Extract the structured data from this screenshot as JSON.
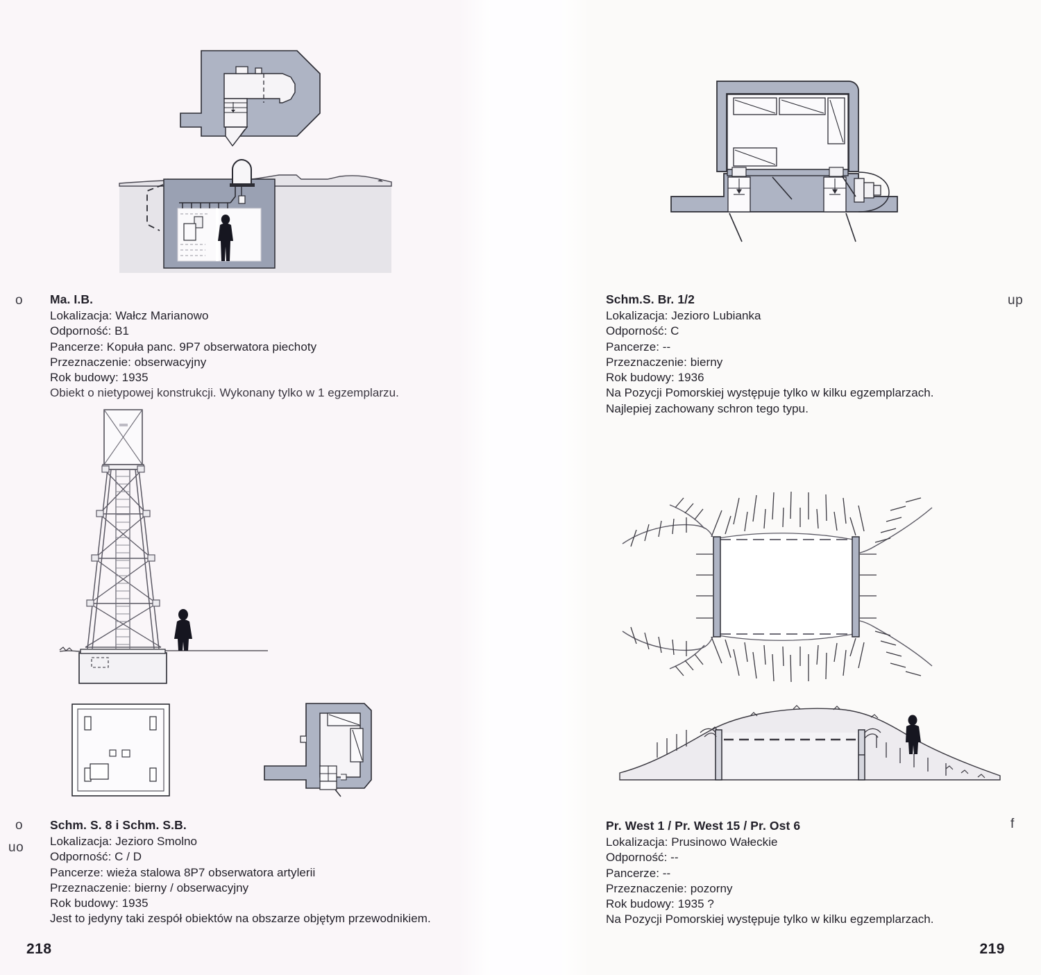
{
  "spread": {
    "left_page": {
      "folio": "218",
      "entries": [
        {
          "marker": "o",
          "title": "Ma. I.B.",
          "lines": [
            "Lokalizacja: Wałcz Marianowo",
            "Odporność: B1",
            "Pancerze: Kopuła panc. 9P7 obserwatora piechoty",
            "Przeznaczenie: obserwacyjny",
            "Rok budowy: 1935",
            "Obiekt o nietypowej konstrukcji. Wykonany tylko w 1 egzemplarzu."
          ]
        },
        {
          "marker": "o",
          "marker2": "uo",
          "title": "Schm. S. 8 i Schm. S.B.",
          "lines": [
            "Lokalizacja: Jezioro Smolno",
            "Odporność: C / D",
            "Pancerze: wieża stalowa 8P7 obserwatora artylerii",
            "Przeznaczenie: bierny / obserwacyjny",
            "Rok budowy: 1935",
            "Jest to jedyny taki zespół obiektów na obszarze objętym przewodnikiem."
          ]
        }
      ]
    },
    "right_page": {
      "folio": "219",
      "entries": [
        {
          "marker": "up",
          "title": "Schm.S. Br. 1/2",
          "lines": [
            "Lokalizacja: Jezioro Lubianka",
            "Odporność: C",
            "Pancerze: --",
            "Przeznaczenie: bierny",
            "Rok budowy: 1936",
            "Na Pozycji Pomorskiej występuje tylko w kilku egzemplarzach.",
            "Najlepiej zachowany schron tego typu."
          ]
        },
        {
          "marker": "f",
          "title": "Pr. West 1 / Pr. West 15 / Pr. Ost 6",
          "lines": [
            "Lokalizacja: Prusinowo Wałeckie",
            "Odporność: --",
            "Pancerze: --",
            "Przeznaczenie: pozorny",
            "Rok budowy: 1935 ?",
            "Na Pozycji Pomorskiej występuje tylko w kilku egzemplarzach."
          ]
        }
      ]
    }
  },
  "figures": {
    "fig_ma_ib_plan": "bunker-plan-ma-ib",
    "fig_ma_ib_section": "bunker-section-ma-ib",
    "fig_tower_elevation": "observation-tower-elevation",
    "fig_tower_base_plan": "tower-base-plan",
    "fig_schm_sb_plan": "bunker-plan-schm-sb",
    "fig_schm_br_plan": "bunker-plan-schm-s-br",
    "fig_dummy_plan": "dummy-position-plan",
    "fig_dummy_section": "dummy-position-section"
  },
  "colors": {
    "concrete_fill": "#aeb4c4",
    "concrete_stroke": "#2b2b33",
    "ground_fill": "#e2e0e6",
    "paper_left": "#faf6f9",
    "paper_right": "#fbfaf9",
    "ink": "#211f28"
  }
}
